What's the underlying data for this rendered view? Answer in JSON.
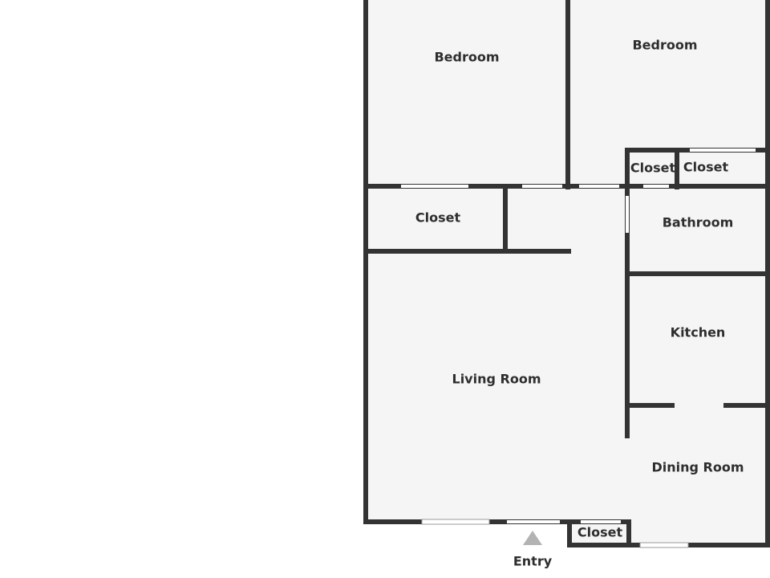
{
  "floor_plan": {
    "rooms": {
      "bedroom_left": "Bedroom",
      "bedroom_right": "Bedroom",
      "closet_upper_a": "Closet",
      "closet_upper_b": "Closet",
      "closet_hall": "Closet",
      "bathroom": "Bathroom",
      "kitchen": "Kitchen",
      "living_room": "Living Room",
      "dining_room": "Dining Room",
      "closet_entry": "Closet"
    },
    "entry_label": "Entry"
  }
}
